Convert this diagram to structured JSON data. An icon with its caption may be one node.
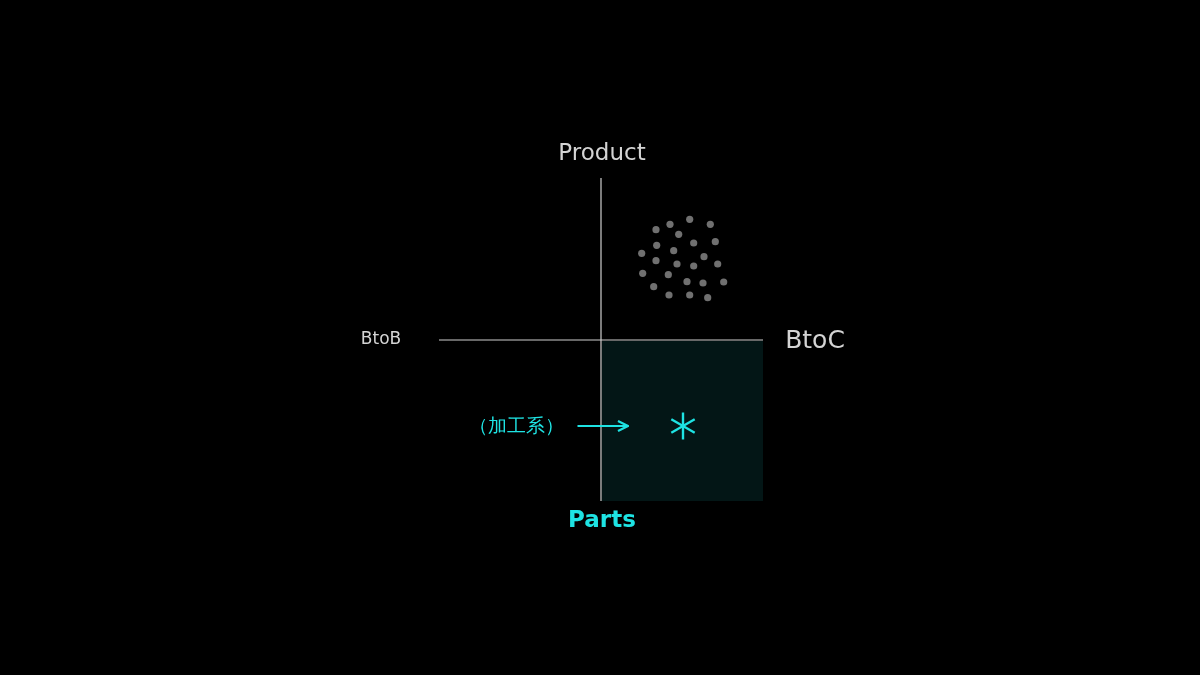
{
  "diagram": {
    "nodes": [
      {
        "text": [
          "（加工系）"
        ]
      },
      {
        "text": [],
        "shape": "asterisk"
      }
    ],
    "edges": [
      {
        "from": 0,
        "to": 1,
        "arrow": "to"
      }
    ],
    "labels": [
      "Product",
      "BtoB",
      "BtoC",
      "Parts"
    ]
  }
}
